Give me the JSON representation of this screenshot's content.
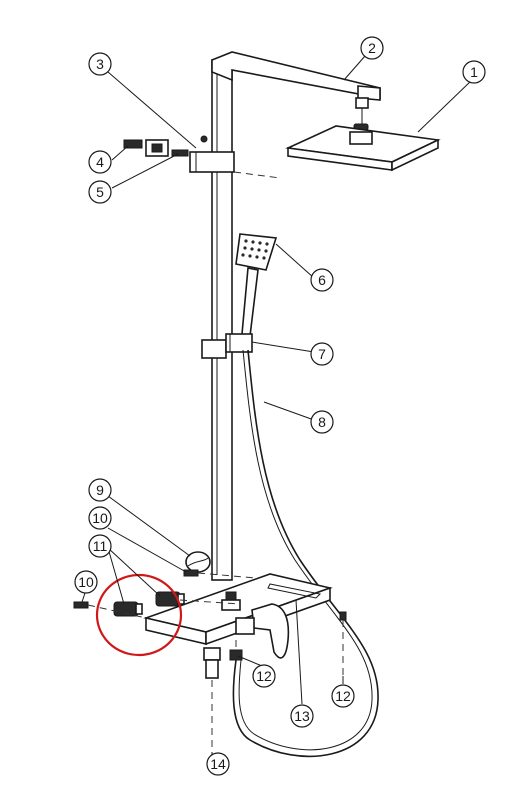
{
  "callouts": {
    "c1": "1",
    "c2": "2",
    "c3": "3",
    "c4": "4",
    "c5": "5",
    "c6": "6",
    "c7": "7",
    "c8": "8",
    "c9": "9",
    "c10a": "10",
    "c10b": "10",
    "c11": "11",
    "c12a": "12",
    "c12b": "12",
    "c13": "13",
    "c14": "14"
  },
  "colors": {
    "line": "#1a1a1a",
    "highlight_circle": "#d01818",
    "background": "#ffffff"
  }
}
